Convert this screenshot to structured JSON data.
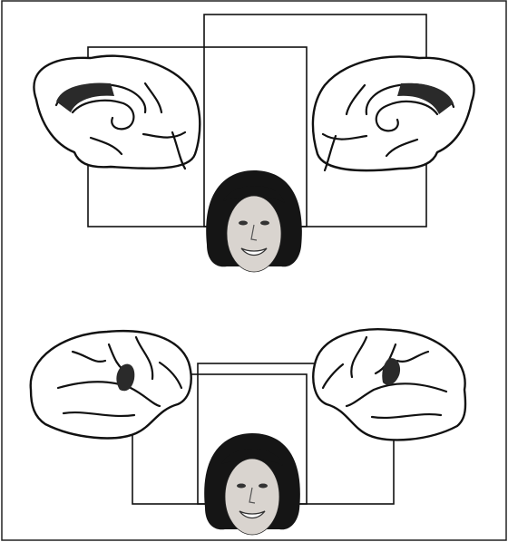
{
  "figure": {
    "panels": [
      {
        "view": "medial",
        "highlight": "dark-shaded-region"
      },
      {
        "view": "lateral",
        "highlight": "dark-shaded-region"
      }
    ],
    "colors": {
      "background": "#ffffff",
      "stroke": "#111111",
      "highlight": "#2a2a2a",
      "hair": "#151515"
    },
    "icons": [
      "brain-outline",
      "face-photo"
    ]
  }
}
